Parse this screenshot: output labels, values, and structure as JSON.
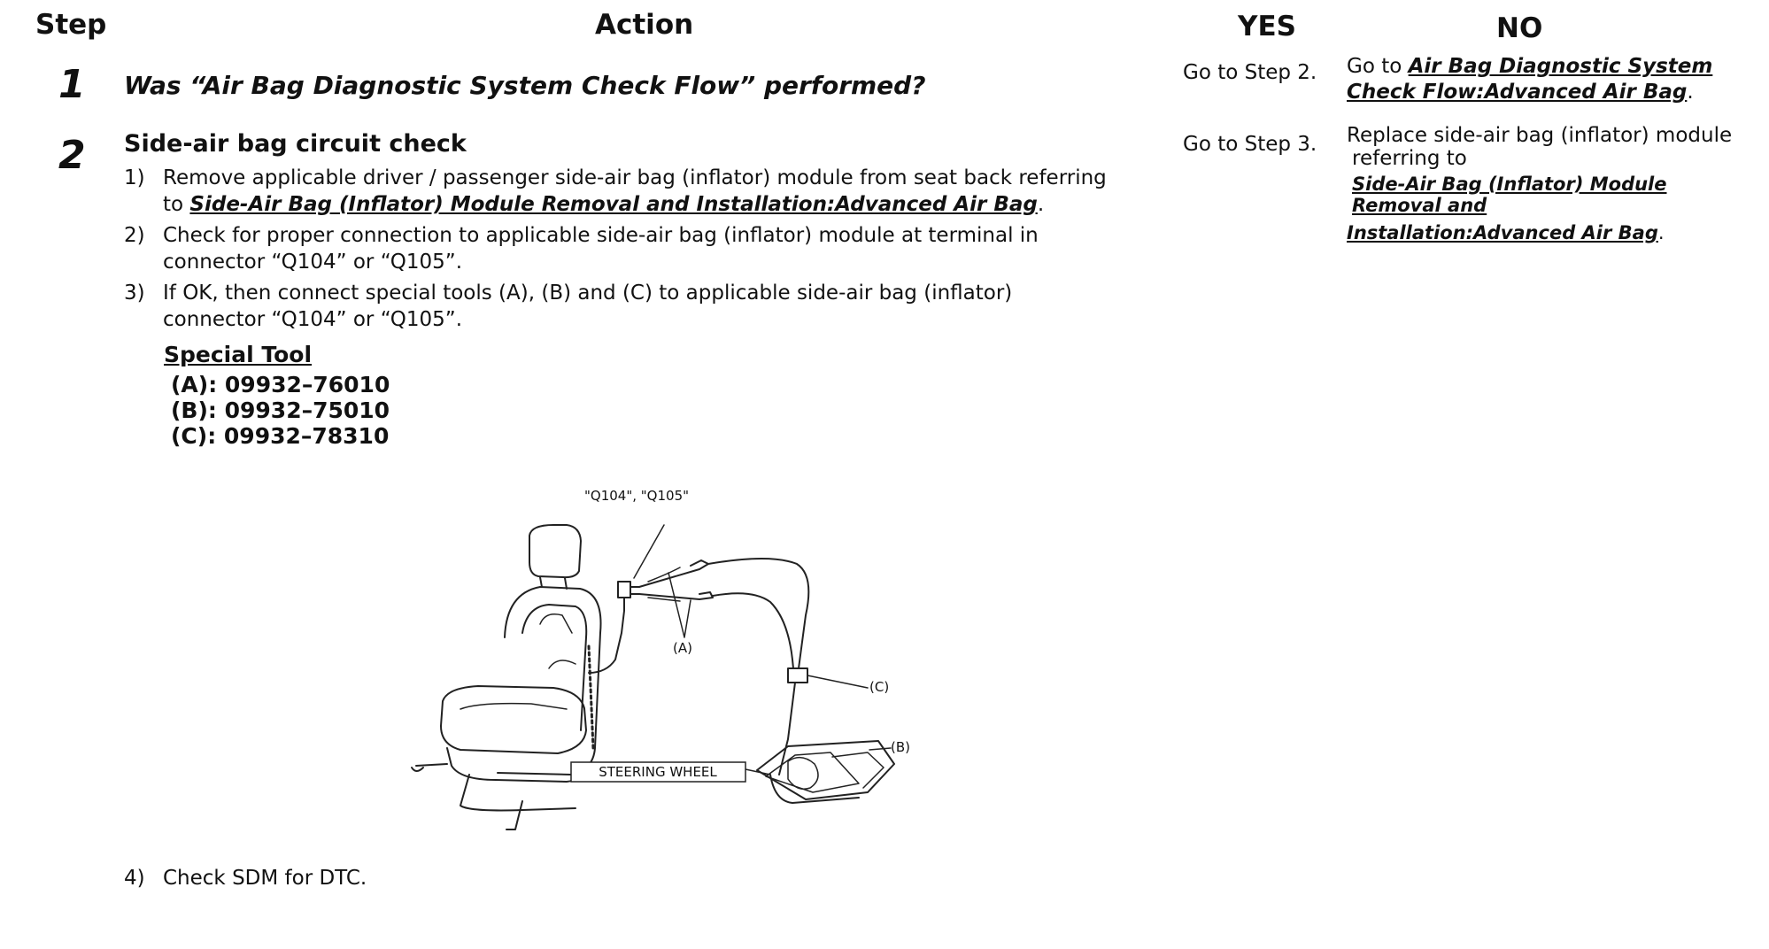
{
  "headers": {
    "step": "Step",
    "action": "Action",
    "yes": "YES",
    "no": "NO"
  },
  "steps": [
    {
      "number": "1",
      "question": "Was “Air Bag Diagnostic System Check Flow” performed?",
      "yes": "Go to Step 2.",
      "no_prefix": "Go to ",
      "no_link": "Air Bag Diagnostic System Check Flow:Advanced Air Bag",
      "no_suffix": "."
    },
    {
      "number": "2",
      "title": "Side-air bag circuit check",
      "items": [
        {
          "num": "1)",
          "text": "Remove applicable driver / passenger side-air bag (inflator) module from seat back referring",
          "text2_prefix": "to ",
          "link": "Side-Air Bag (Inflator) Module Removal and Installation:Advanced Air Bag",
          "suffix": "."
        },
        {
          "num": "2)",
          "text": "Check for proper connection to applicable side-air bag (inflator) module at terminal in",
          "text2": "connector “Q104” or “Q105”."
        },
        {
          "num": "3)",
          "text": "If OK, then connect special tools (A), (B) and (C) to applicable side-air bag (inflator)",
          "text2": "connector “Q104” or “Q105”."
        },
        {
          "num": "4)",
          "text": "Check SDM for DTC."
        }
      ],
      "special_tool": {
        "heading": "Special Tool",
        "tools": [
          "(A): 09932–76010",
          "(B): 09932–75010",
          "(C): 09932–78310"
        ]
      },
      "yes": "Go to Step 3.",
      "no_text": "Replace side-air bag (inflator) module",
      "no_text2": "referring to",
      "no_link1": "Side-Air Bag (Inflator) Module",
      "no_link2": "Removal and",
      "no_link3": "Installation:Advanced Air Bag",
      "no_suffix": "."
    }
  ],
  "diagram": {
    "connector_label": "\"Q104\", \"Q105\"",
    "label_a": "(A)",
    "label_b": "(B)",
    "label_c": "(C)",
    "steering_wheel": "STEERING WHEEL"
  }
}
